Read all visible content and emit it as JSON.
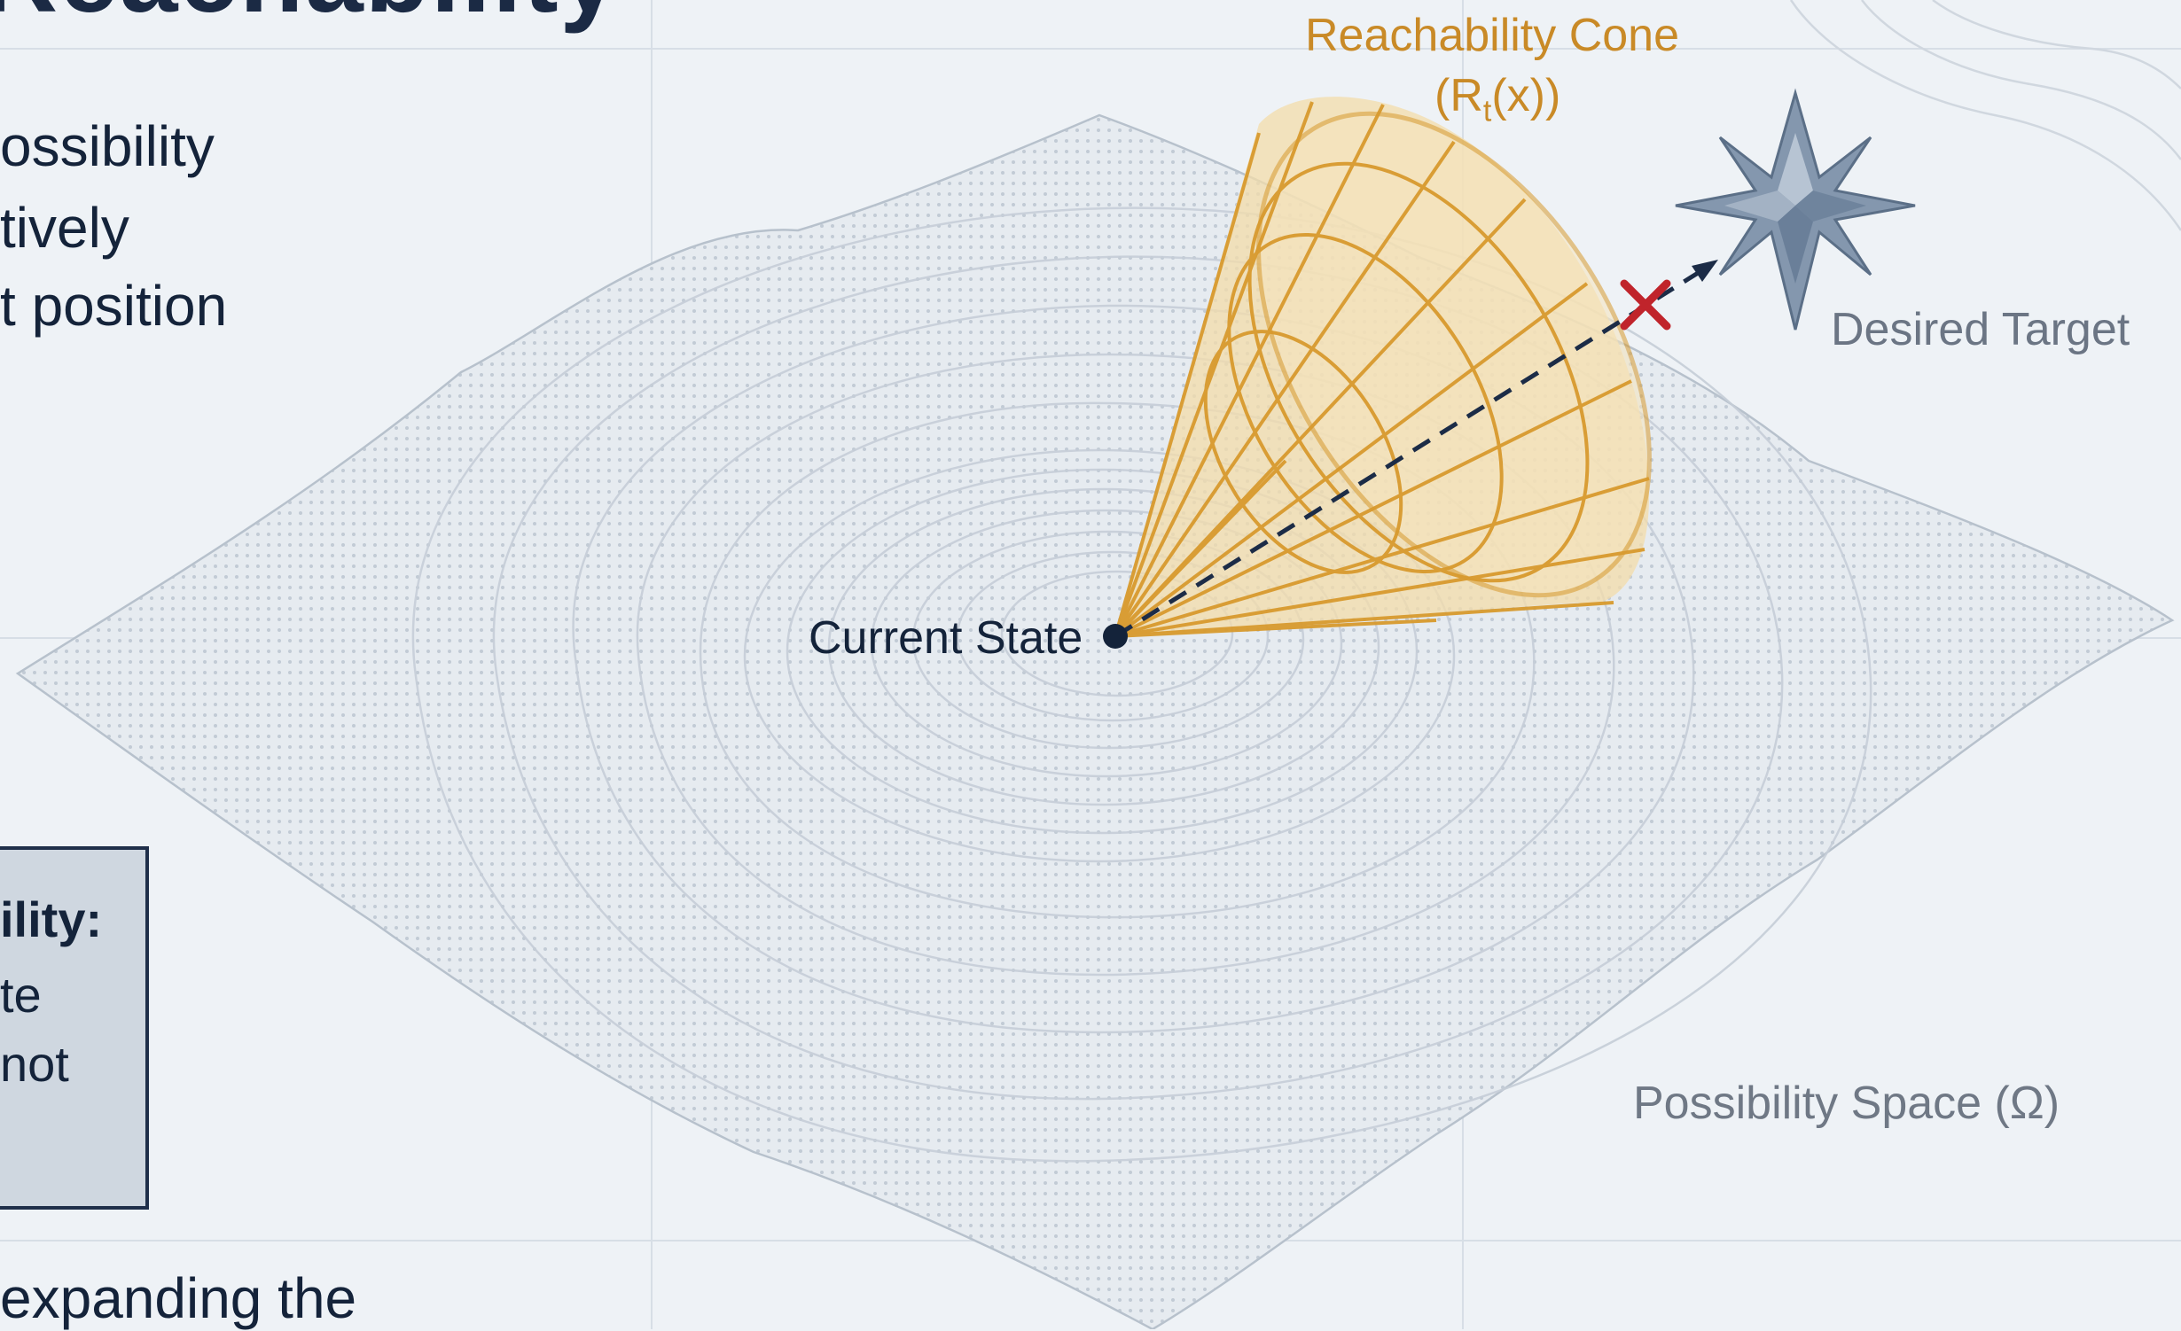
{
  "title_fragment": "Reachability",
  "intro_lines": [
    "ossibility",
    "tively",
    "t position"
  ],
  "callout": {
    "heading": "ility:",
    "lines": [
      "te",
      "not"
    ]
  },
  "bottom_line": "expanding the",
  "labels": {
    "reachability_cone": "Reachability Cone",
    "cone_symbol_open": "(R",
    "cone_symbol_sub": "t",
    "cone_symbol_close": "(x))",
    "desired_target": "Desired Target",
    "current_state": "Current State",
    "possibility_space": "Possibility Space (Ω)"
  },
  "colors": {
    "background": "#eef2f6",
    "cone": "#d89a2e",
    "cone_fill": "#f3dcaa",
    "current_state_dot": "#14233a",
    "blocked_marker": "#c0242b",
    "target_star": "#7f93aa",
    "contour": "#c9d1da",
    "dashed_path": "#1c2c47"
  },
  "icons": {
    "target": "eight-point-star-icon",
    "blocked": "red-x-icon",
    "current_state": "filled-dot-icon"
  }
}
